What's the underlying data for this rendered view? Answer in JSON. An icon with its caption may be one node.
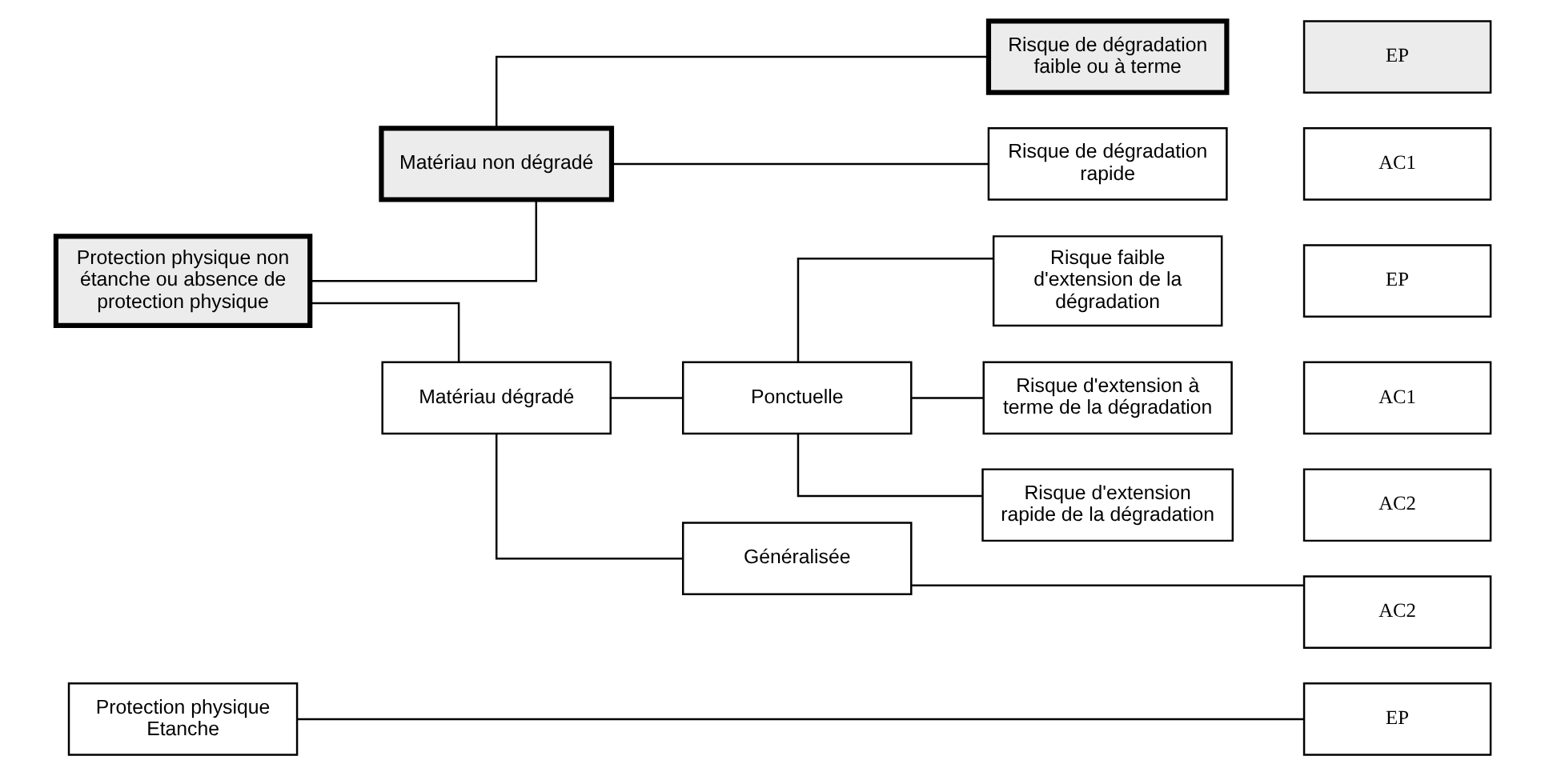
{
  "diagram": {
    "nodes": [
      {
        "text": [
          "Protection physique Etanche"
        ]
      },
      {
        "text": [
          "EP"
        ]
      },
      {
        "text": [
          "Matériau non dégradé"
        ]
      },
      {
        "text": [
          "Risque de dégradation faible ou à terme"
        ]
      },
      {
        "text": [
          "EP"
        ]
      },
      {
        "text": [
          "Risque de dégradation rapide"
        ]
      },
      {
        "text": [
          "AC1"
        ]
      },
      {
        "text": [
          "Protection physique non étanche ou absence de protection physique"
        ]
      },
      {
        "text": [
          "Risque faible d'extension de la dégradation"
        ]
      },
      {
        "text": [
          "EP"
        ]
      },
      {
        "text": [
          "Ponctuelle"
        ]
      },
      {
        "text": [
          "Risque d'extension à terme de la dégradation"
        ]
      },
      {
        "text": [
          "AC1"
        ]
      },
      {
        "text": [
          "Matériau dégradé"
        ]
      },
      {
        "text": [
          "Risque d'extension rapide de la dégradation"
        ]
      },
      {
        "text": [
          "AC2"
        ]
      },
      {
        "text": [
          "Généralisée"
        ]
      },
      {
        "text": [
          "AC2"
        ]
      }
    ],
    "edges": [
      {
        "from": 0,
        "to": 1,
        "arrow": "none"
      },
      {
        "from": 7,
        "to": 2,
        "arrow": "none"
      },
      {
        "from": 7,
        "to": 13,
        "arrow": "none"
      },
      {
        "from": 2,
        "to": 3,
        "arrow": "none"
      },
      {
        "from": 2,
        "to": 5,
        "arrow": "none"
      },
      {
        "from": 13,
        "to": 10,
        "arrow": "none"
      },
      {
        "from": 13,
        "to": 16,
        "arrow": "none"
      },
      {
        "from": 10,
        "to": 8,
        "arrow": "none"
      },
      {
        "from": 10,
        "to": 11,
        "arrow": "none"
      },
      {
        "from": 10,
        "to": 14,
        "arrow": "none"
      },
      {
        "from": 16,
        "to": 17,
        "arrow": "none"
      }
    ]
  }
}
